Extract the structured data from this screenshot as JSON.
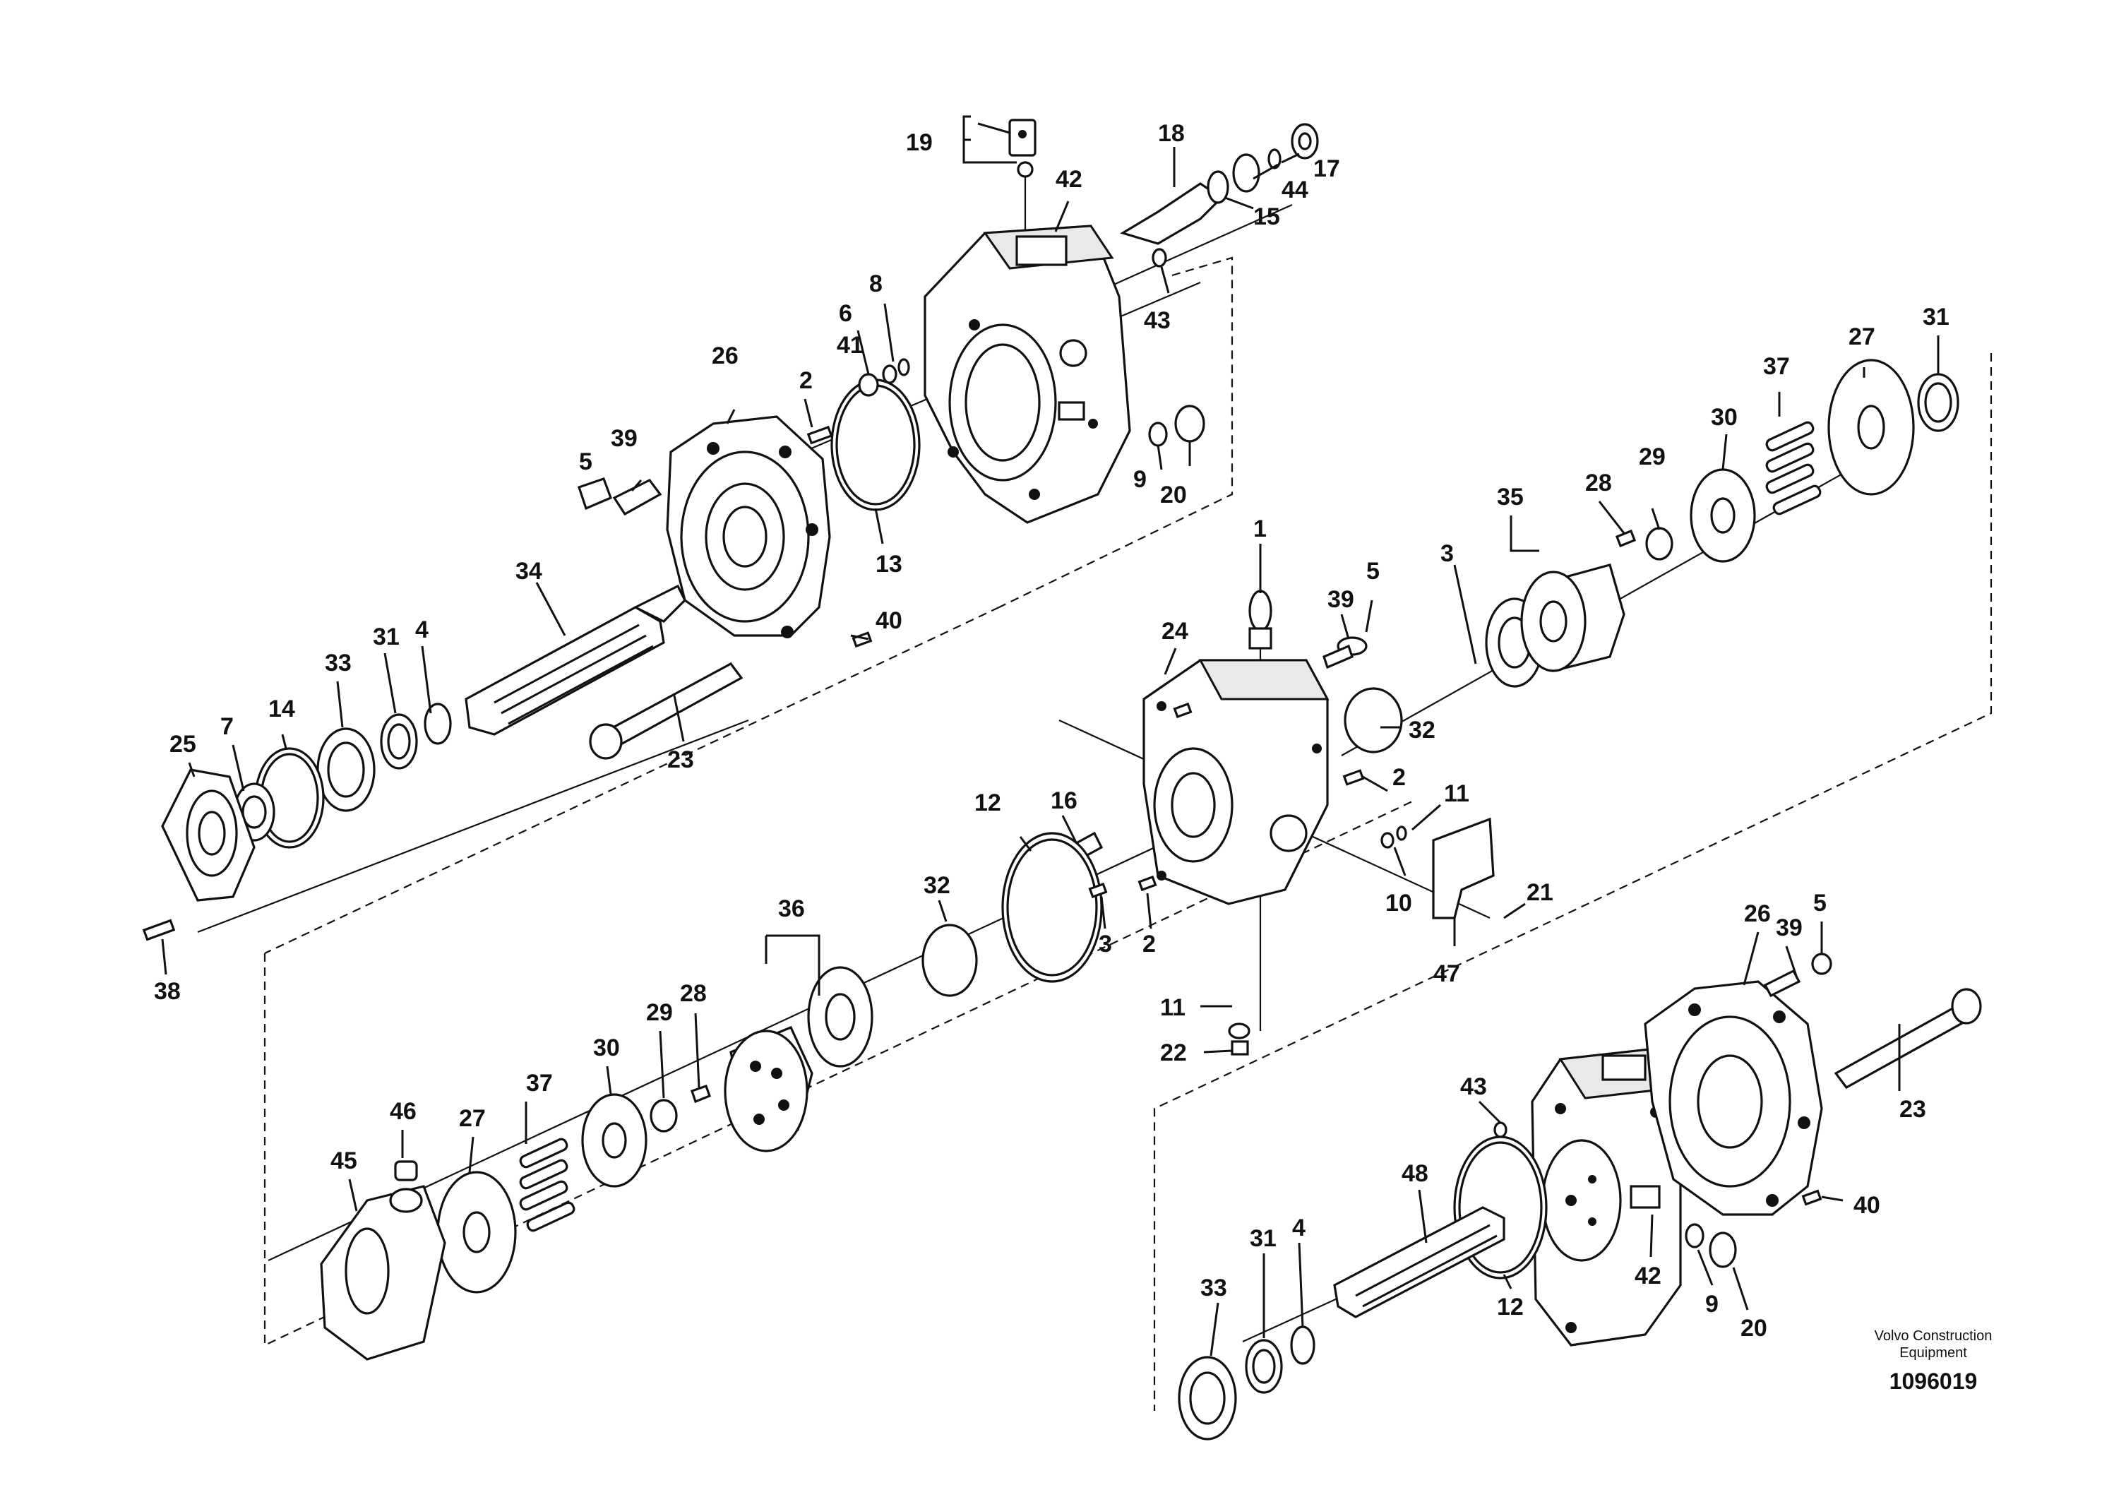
{
  "labels": {
    "l19": "19",
    "l18": "18",
    "l17": "17",
    "l44": "44",
    "l15": "15",
    "l42a": "42",
    "l8": "8",
    "l6": "6",
    "l41": "41",
    "l43a": "43",
    "l26a": "26",
    "l2a": "2",
    "l5a": "5",
    "l39a": "39",
    "l9a": "9",
    "l20a": "20",
    "l13": "13",
    "l34": "34",
    "l40a": "40",
    "l4a": "4",
    "l31a": "31",
    "l33a": "33",
    "l25": "25",
    "l7": "7",
    "l14": "14",
    "l23a": "23",
    "l38": "38",
    "l37a": "37",
    "l27a": "27",
    "l31b": "31",
    "l30a": "30",
    "l29a": "29",
    "l28a": "28",
    "l35": "35",
    "l1": "1",
    "l39b": "39",
    "l5b": "5",
    "l3a": "3",
    "l24": "24",
    "l32a": "32",
    "l2b": "2",
    "l16": "16",
    "l12a": "12",
    "l11a": "11",
    "l10": "10",
    "l21": "21",
    "l47": "47",
    "l3b": "3",
    "l2c": "2",
    "l32b": "32",
    "l36": "36",
    "l11b": "11",
    "l22": "22",
    "l28b": "28",
    "l29b": "29",
    "l30b": "30",
    "l37b": "37",
    "l46": "46",
    "l27b": "27",
    "l45": "45",
    "l26b": "26",
    "l39c": "39",
    "l5c": "5",
    "l43b": "43",
    "l23b": "23",
    "l48": "48",
    "l40b": "40",
    "l33b": "33",
    "l31c": "31",
    "l4b": "4",
    "l12b": "12",
    "l42b": "42",
    "l9b": "9",
    "l20b": "20"
  },
  "footer": {
    "brand_line1": "Volvo Construction",
    "brand_line2": "Equipment",
    "drawing_number": "1096019"
  }
}
